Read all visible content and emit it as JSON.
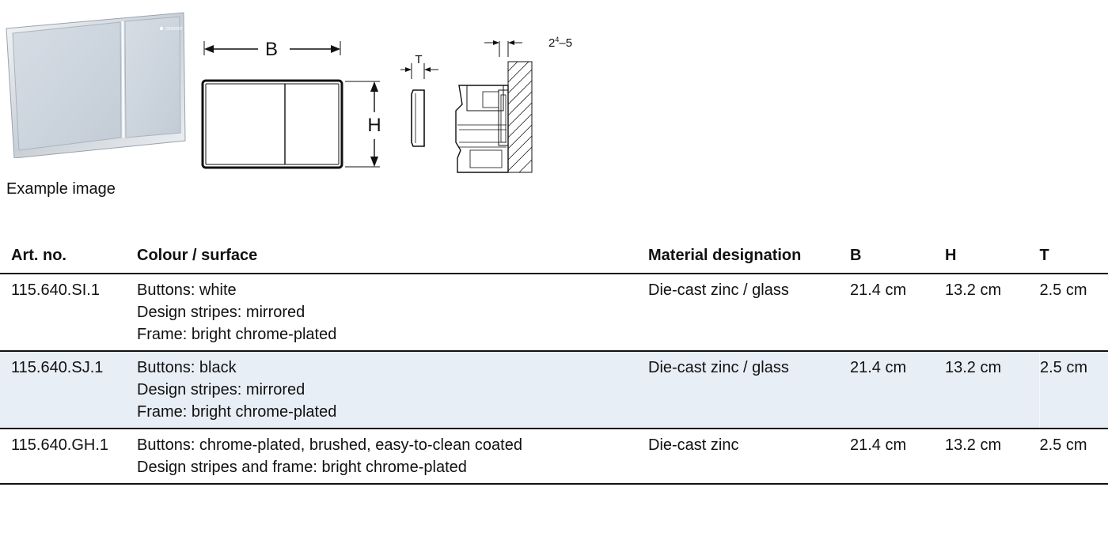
{
  "figure": {
    "caption": "Example image",
    "brand_mark": "GEBERIT",
    "dims": {
      "width_label": "B",
      "height_label": "H",
      "depth_label": "T",
      "wall_gap_base": "2",
      "wall_gap_sup": "4",
      "wall_gap_tail": "–5"
    }
  },
  "table": {
    "headers": {
      "art": "Art. no.",
      "colour": "Colour / surface",
      "material": "Material designation",
      "b": "B",
      "h": "H",
      "t": "T"
    },
    "rows": [
      {
        "art": "115.640.SI.1",
        "colour": [
          "Buttons: white",
          "Design stripes: mirrored",
          "Frame: bright chrome-plated"
        ],
        "material": "Die-cast zinc / glass",
        "b": "21.4 cm",
        "h": "13.2 cm",
        "t": "2.5 cm"
      },
      {
        "art": "115.640.SJ.1",
        "colour": [
          "Buttons: black",
          "Design stripes: mirrored",
          "Frame: bright chrome-plated"
        ],
        "material": "Die-cast zinc / glass",
        "b": "21.4 cm",
        "h": "13.2 cm",
        "t": "2.5 cm"
      },
      {
        "art": "115.640.GH.1",
        "colour": [
          "Buttons: chrome-plated, brushed, easy-to-clean coated",
          "Design stripes and frame: bright chrome-plated"
        ],
        "material": "Die-cast zinc",
        "b": "21.4 cm",
        "h": "13.2 cm",
        "t": "2.5 cm"
      }
    ]
  },
  "colors": {
    "shaded_row": "#e8eef6",
    "rule": "#111111",
    "glass": "#cdd6df"
  }
}
